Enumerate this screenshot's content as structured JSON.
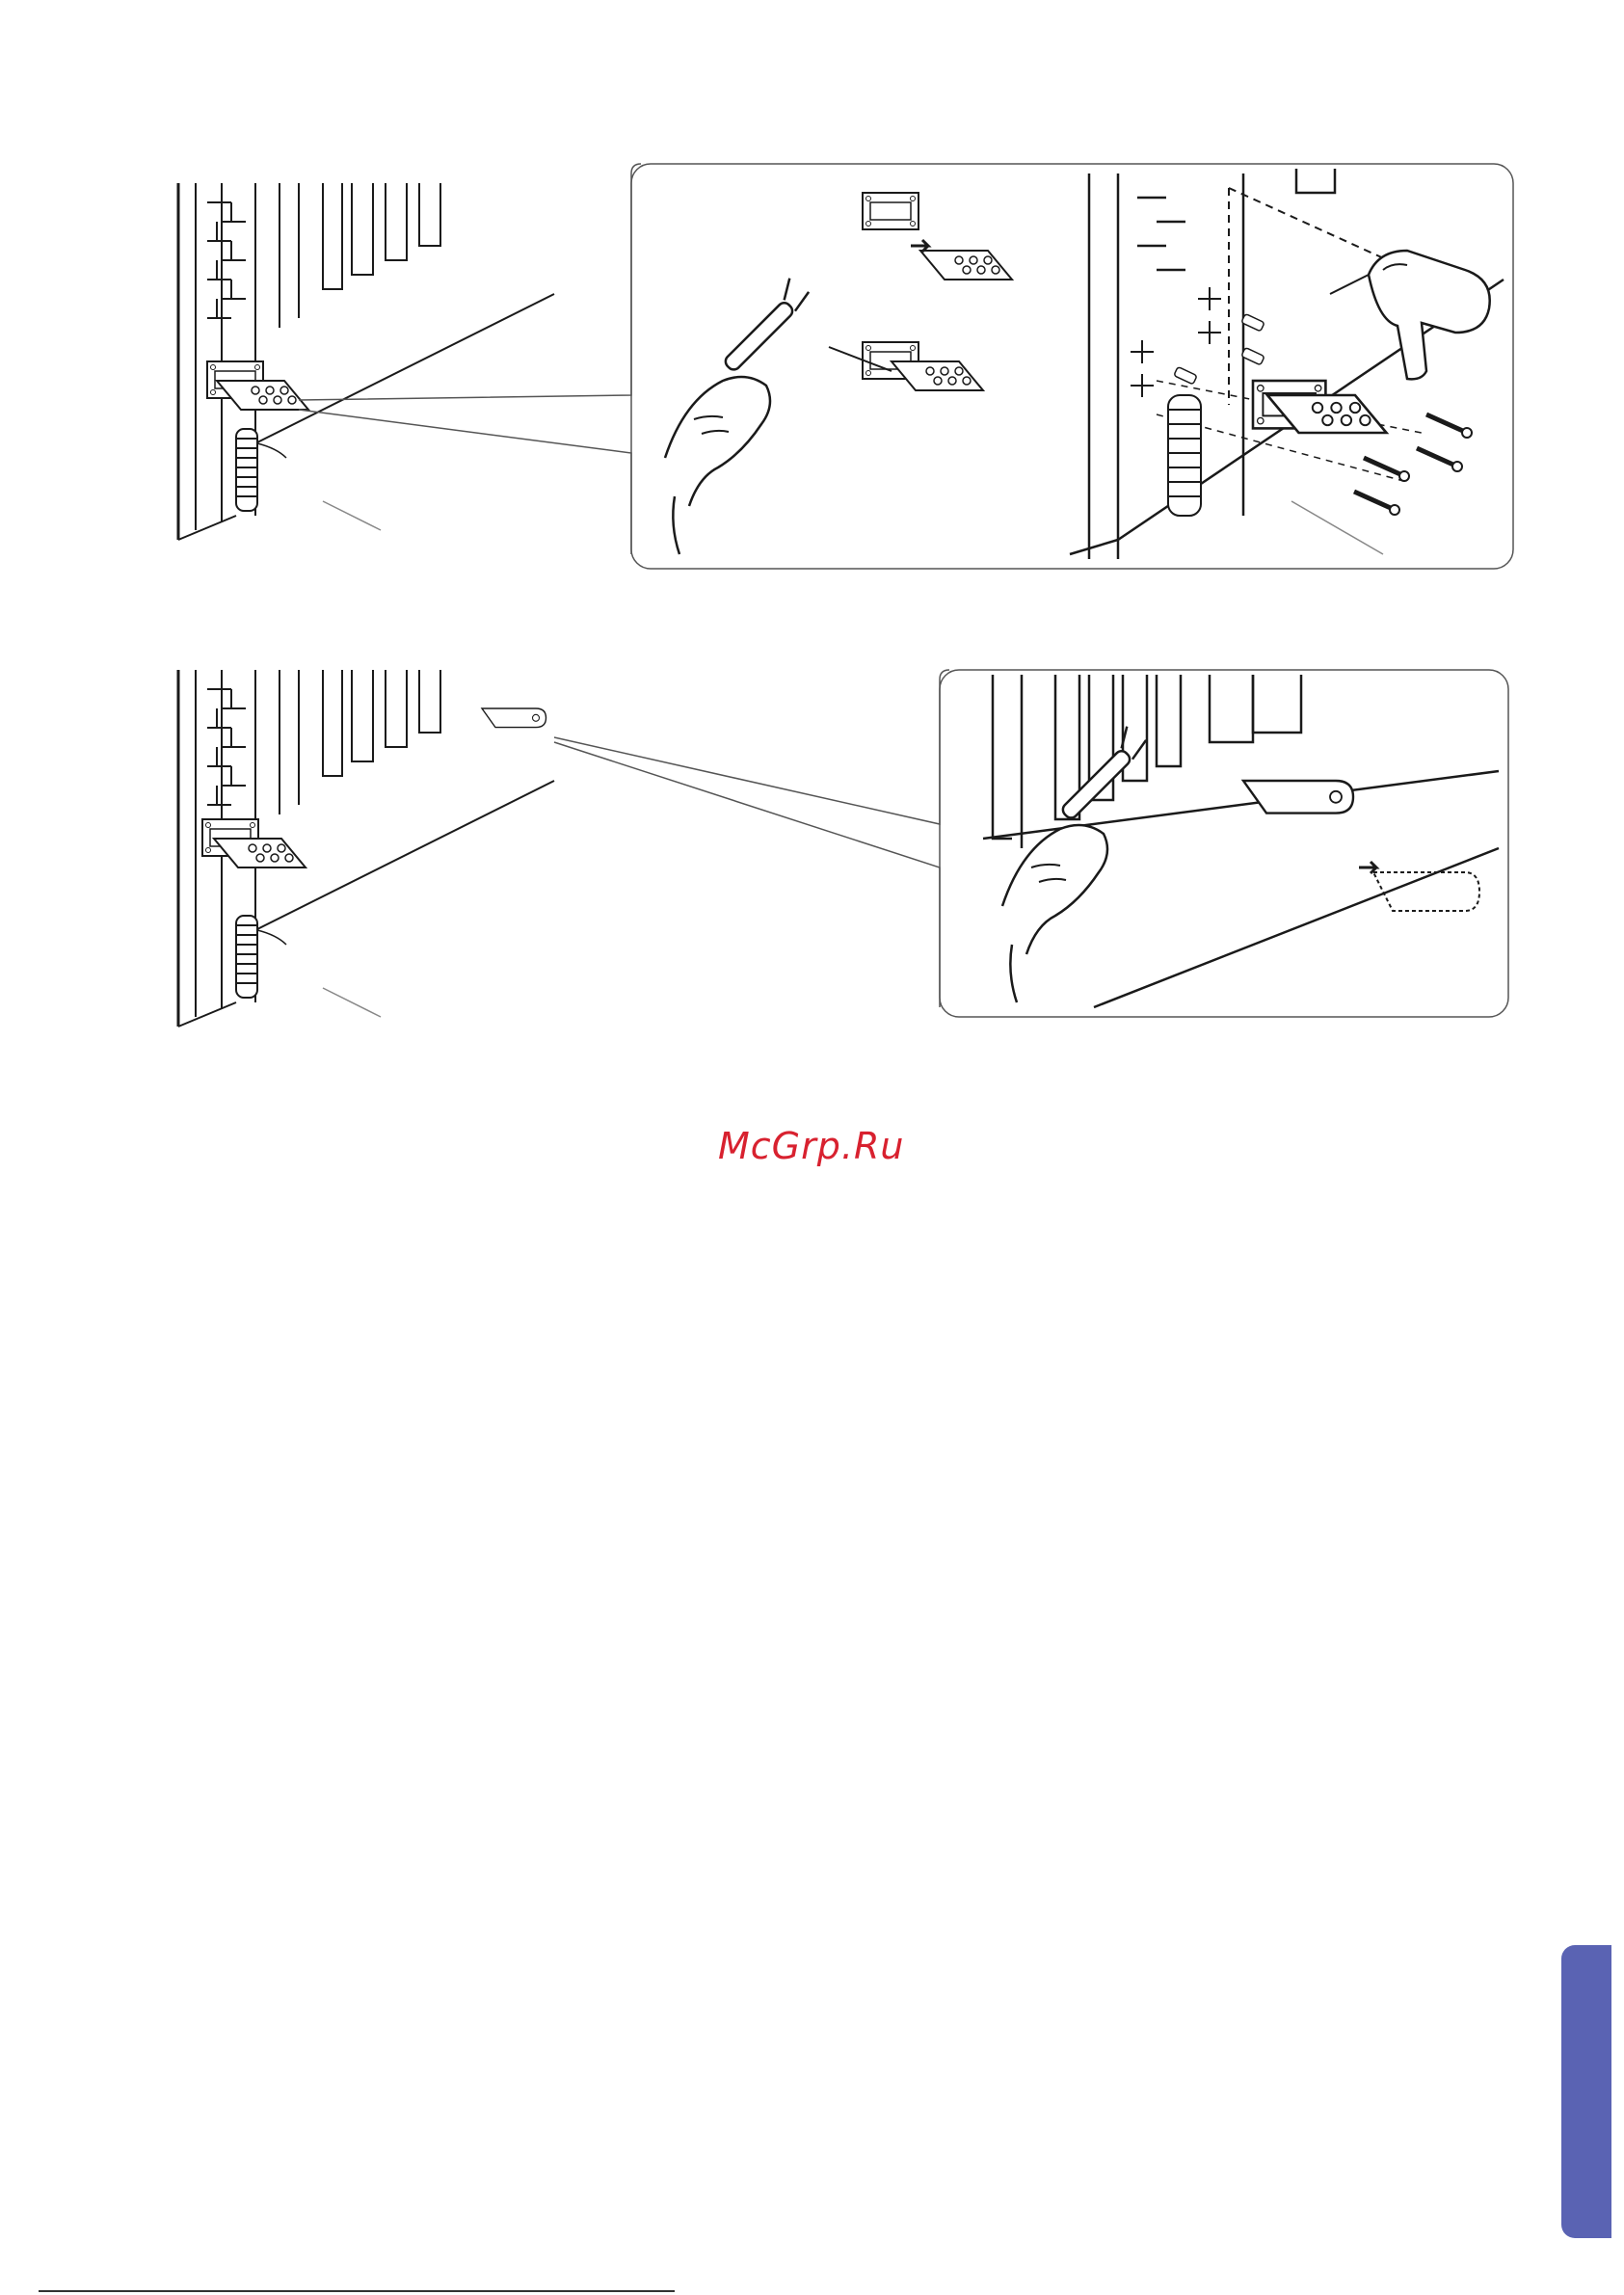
{
  "page": {
    "watermark": "McGrp.Ru"
  },
  "palette": {
    "ink": "#1a1a1a",
    "frame": "#555555",
    "marker_fill": "#8a8a8a",
    "tab_color": "#5a63b3",
    "watermark_color": "#d8212f"
  },
  "figures": [
    {
      "id": "step-1",
      "content": "weld-and-screw-wall-plate-with-hole-pattern"
    },
    {
      "id": "step-2",
      "content": "weld-gate-bracket"
    },
    {
      "id": "step-3",
      "content": "weld-or-screw-wall-plate-with-tab-bracket"
    },
    {
      "id": "step-4",
      "content": "attach-operator-to-brackets"
    }
  ],
  "icons": [
    "welder-clamp-icon",
    "drill-icon",
    "screw-icon",
    "anchor-plug-icon",
    "washer-icon",
    "bolt-icon",
    "nut-icon",
    "marker-icon"
  ]
}
